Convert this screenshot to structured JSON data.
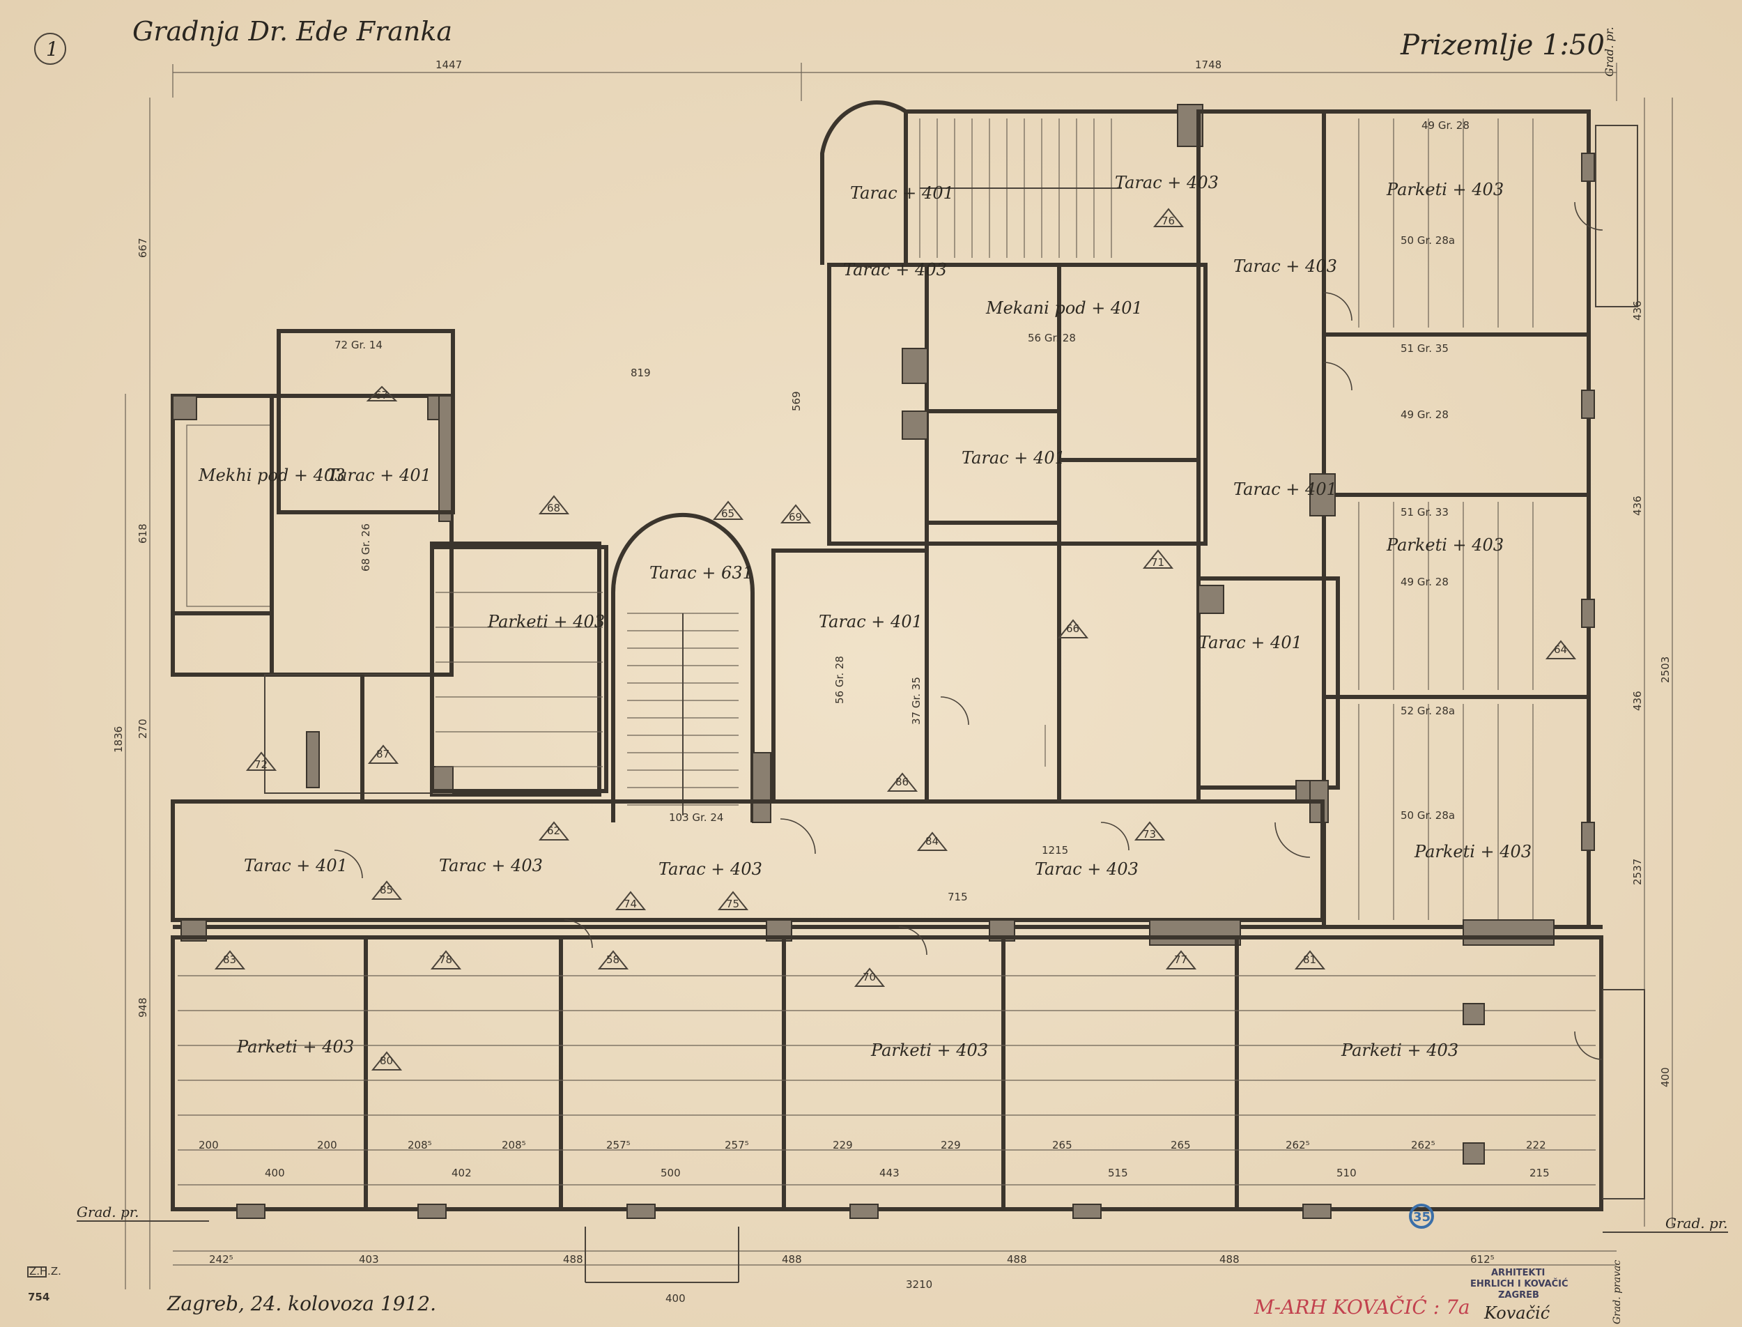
{
  "sheet": {
    "sheet_number": "1",
    "title": "Gradnja Dr. Ede Franka",
    "floor_and_scale": "Prizemlje 1:50",
    "date_place": "Zagreb, 24. kolovoza 1912.",
    "archive_number": "754",
    "archive_mark": "Z.H.Z.",
    "grad_pr_left": "Grad. pr.",
    "grad_pr_right": "Grad. pr.",
    "grad_pravac_right": "Grad. pravac",
    "grad_pr_topright": "Grad. pr.",
    "seal_number": "35",
    "stamp": {
      "line1": "ARHITEKTI",
      "line2": "EHRLICH I KOVAČIĆ",
      "line3": "ZAGREB",
      "signature": "Kovačić"
    },
    "red_note": "M-ARH KOVAČIĆ : 7a"
  },
  "dimensions": {
    "top_left": "1447",
    "top_right": "1748",
    "left_total": "1836",
    "left_upper": "667",
    "left_mid": "618",
    "left_lower": "948",
    "left_small": "270",
    "mid_819": "819",
    "mid_569": "569",
    "right_436a": "436",
    "right_436b": "436",
    "right_436c": "436",
    "right_2503": "2503",
    "right_2537": "2537",
    "right_400": "400",
    "bottom": [
      "242⁵",
      "403",
      "488",
      "488",
      "488",
      "488",
      "612⁵"
    ],
    "bottom_3210": "3210",
    "bottom_400": "400",
    "corridor_1215": "1215",
    "corridor_715": "715",
    "widths_row": [
      "200",
      "200",
      "208⁵",
      "208⁵",
      "257⁵",
      "257⁵",
      "229",
      "229",
      "265",
      "265",
      "262⁵",
      "262⁵",
      "222"
    ],
    "widths_row2": [
      "400",
      "402",
      "500",
      "443",
      "515",
      "510",
      "215"
    ]
  },
  "rooms": [
    {
      "label": "Mekhi pod + 403"
    },
    {
      "label": "Tarac + 401"
    },
    {
      "label": "Parketi + 403"
    },
    {
      "label": "Tarac + 631"
    },
    {
      "label": "Tarac + 401"
    },
    {
      "label": "Mekani pod + 401"
    },
    {
      "label": "Tarac + 401"
    },
    {
      "label": "Tarac + 401"
    },
    {
      "label": "Tarac + 403"
    },
    {
      "label": "Tarac + 403"
    },
    {
      "label": "Tarac + 401"
    },
    {
      "label": "Parketi + 403"
    },
    {
      "label": "Parketi + 403"
    },
    {
      "label": "Parketi + 403"
    },
    {
      "label": "Tarac + 401"
    },
    {
      "label": "Tarac + 403"
    },
    {
      "label": "Tarac + 403"
    },
    {
      "label": "Tarac + 403"
    },
    {
      "label": "Parketi + 403"
    },
    {
      "label": "Parketi + 403"
    },
    {
      "label": "Parketi + 403"
    },
    {
      "label": "Tarac + 401"
    },
    {
      "label": "Tarac + 403"
    }
  ],
  "beams": [
    "49 Gr. 28",
    "50 Gr. 28a",
    "51 Gr. 35",
    "49 Gr. 28",
    "51 Gr. 33",
    "49 Gr. 28",
    "52 Gr. 28a",
    "50 Gr. 28a",
    "56 Gr. 28",
    "37 Gr. 35",
    "56 Gr. 28",
    "68 Gr. 26",
    "72 Gr. 14",
    "103 Gr. 24"
  ],
  "door_tags": [
    "67",
    "68",
    "65",
    "69",
    "71",
    "72",
    "73",
    "74",
    "75",
    "76",
    "77",
    "78",
    "80",
    "81",
    "83",
    "84",
    "85",
    "86",
    "87",
    "58",
    "62",
    "64",
    "66",
    "70"
  ]
}
